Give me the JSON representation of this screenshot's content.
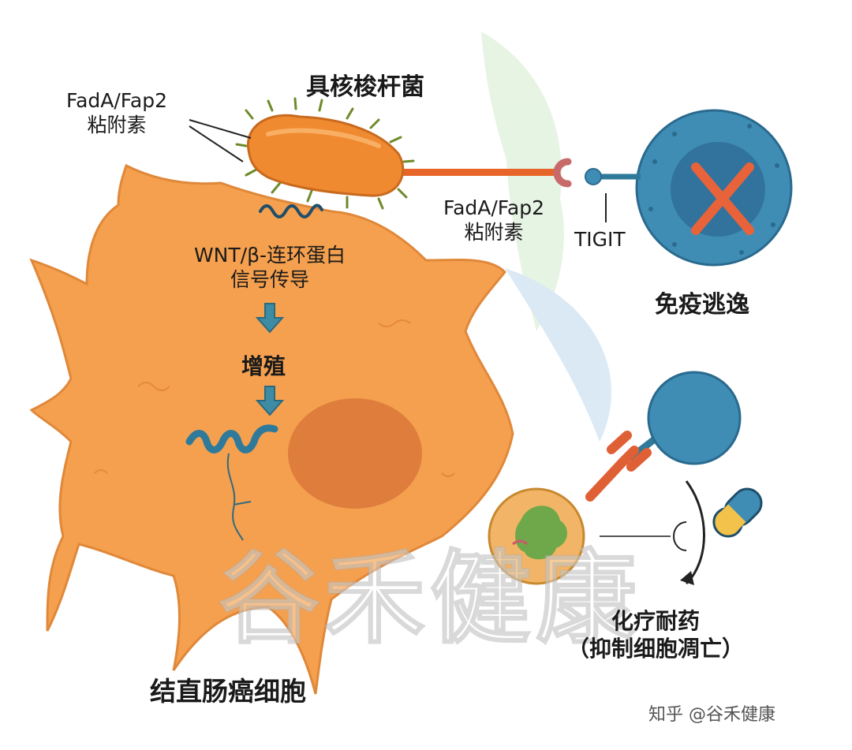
{
  "labels": {
    "bacterium": "具核梭杆菌",
    "adhesin_top_1": "FadA/Fap2",
    "adhesin_top_2": "粘附素",
    "adhesin_mid_1": "FadA/Fap2",
    "adhesin_mid_2": "粘附素",
    "tigit": "TIGIT",
    "immune_escape": "免疫逃逸",
    "wnt_1": "WNT/β-连环蛋白",
    "wnt_2": "信号传导",
    "proliferation": "增殖",
    "colorectal_cell": "结直肠癌细胞",
    "chemo_1": "化疗耐药",
    "chemo_2": "（抑制细胞凋亡）"
  },
  "watermark": "谷禾健康",
  "credit": "知乎 @谷禾健康",
  "colors": {
    "cancer_cell": "#F5A04E",
    "nucleus": "#D9773A",
    "bacterium": "#F08A30",
    "immune_cell": "#3F8DB5",
    "cross": "#E8633A",
    "arrow": "#3E8CA3"
  }
}
